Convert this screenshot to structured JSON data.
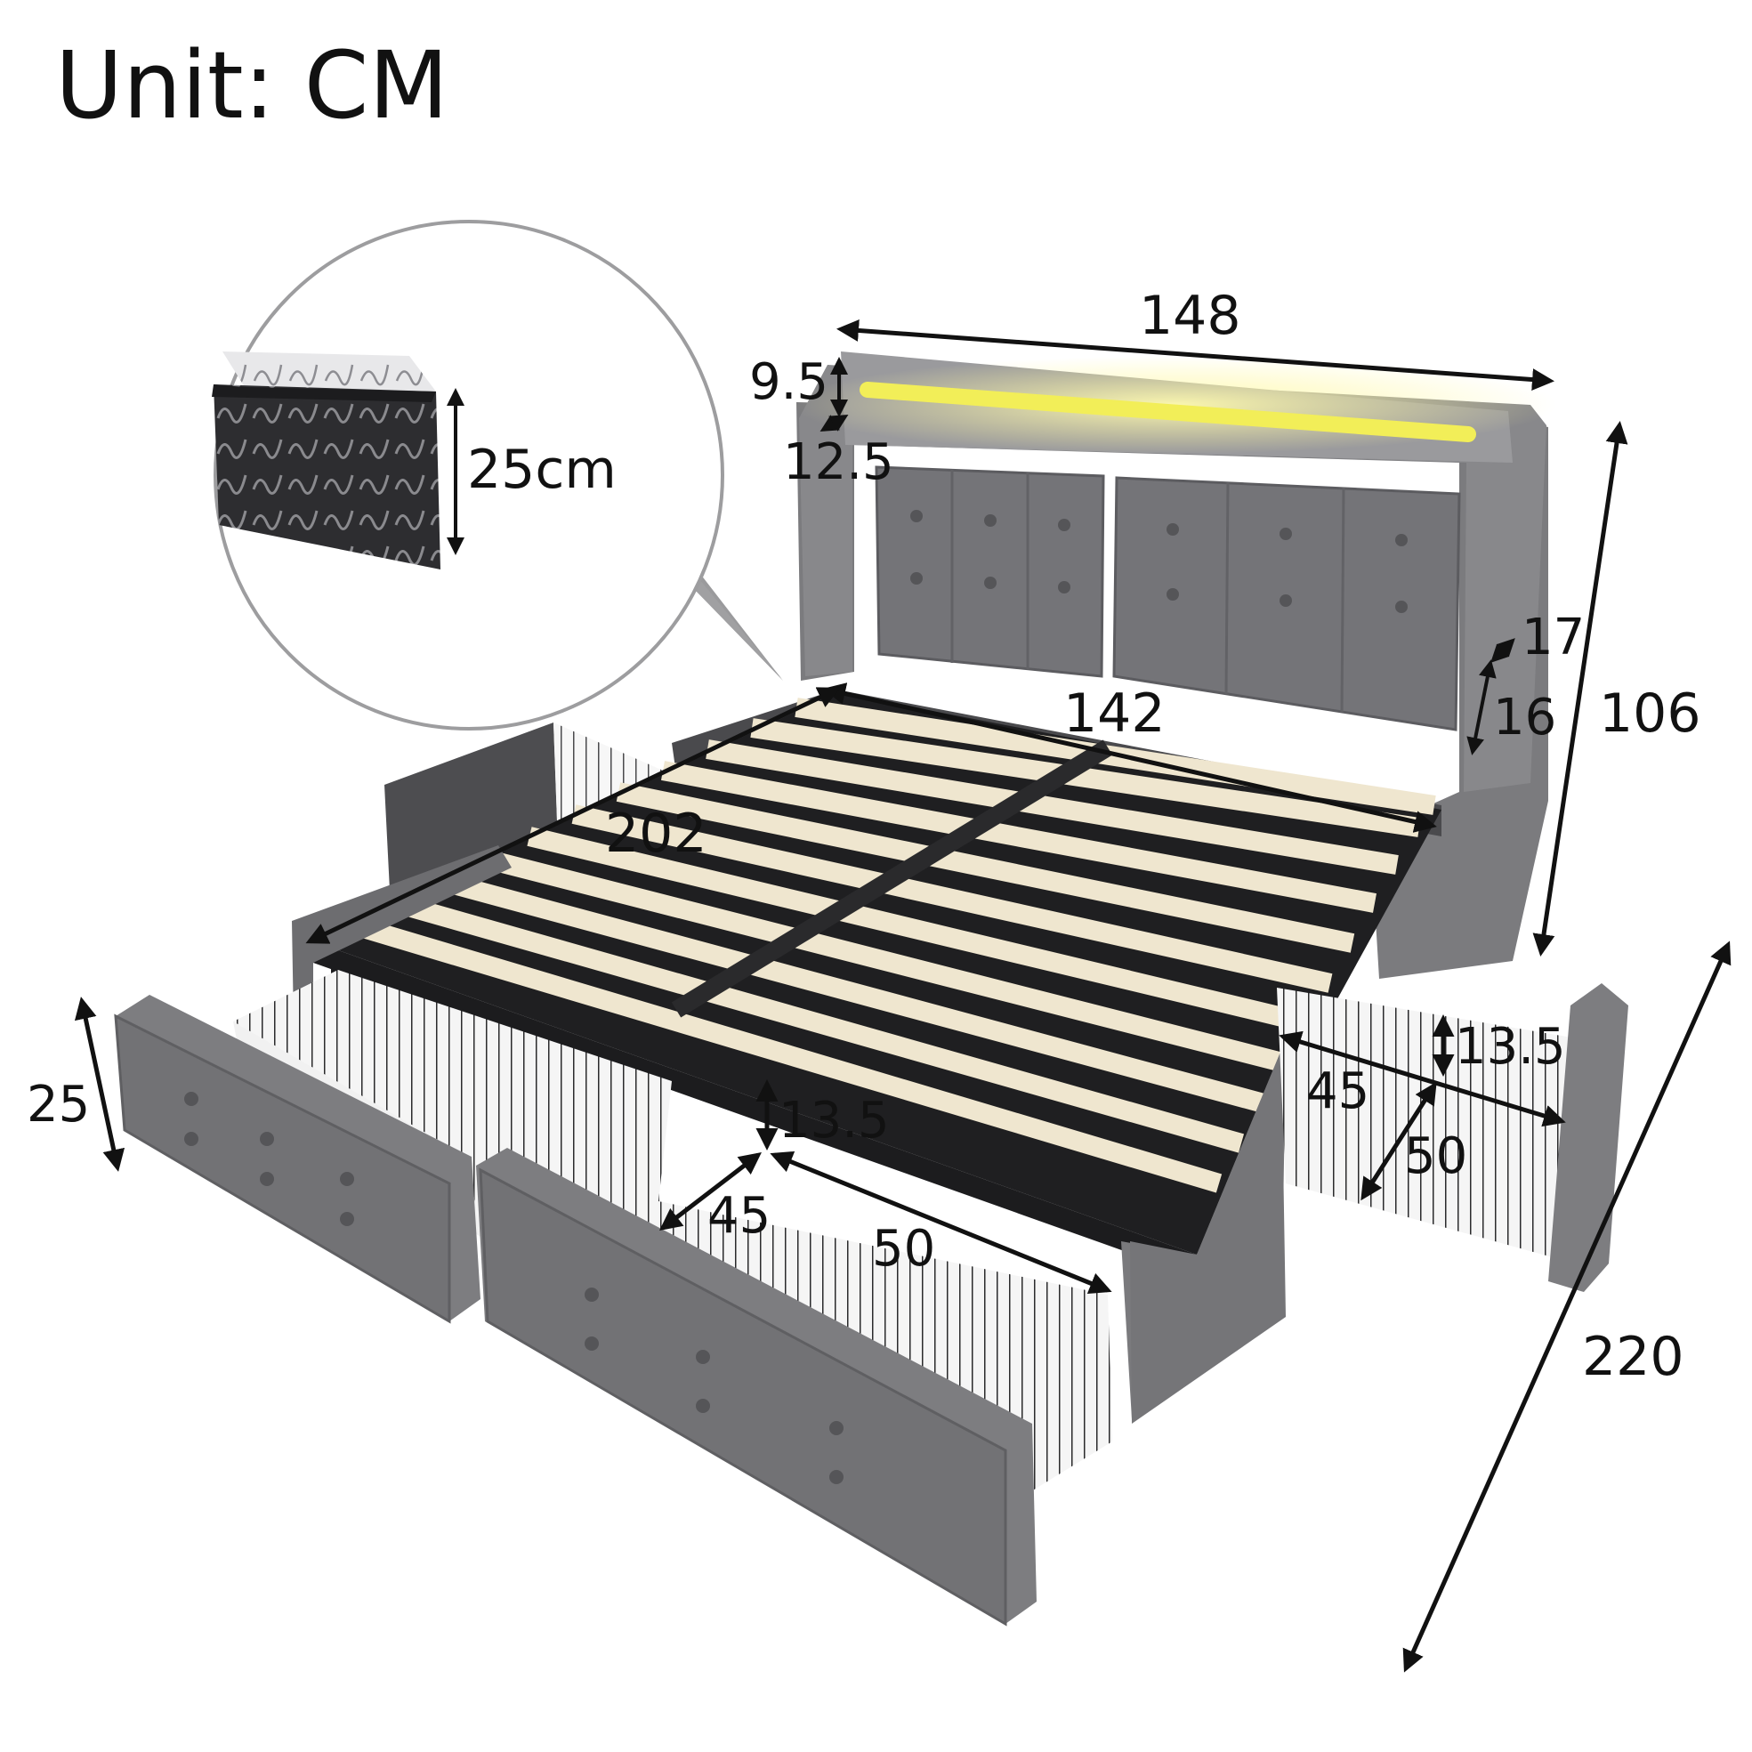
{
  "title": "Unit: CM",
  "mattress": {
    "thickness_label": "25cm"
  },
  "dimensions": {
    "headboard_width": "148",
    "led_strip_height": "9.5",
    "led_strip_depth": "12.5",
    "slat_width": "142",
    "slat_length": "202",
    "total_height": "106",
    "wing_top": "17",
    "wing_side": "16",
    "total_length": "220",
    "drawer_front_height": "25",
    "left_drawer_depth_height": "13.5",
    "left_drawer_width": "45",
    "left_drawer_length": "50",
    "right_drawer_height": "13.5",
    "right_drawer_width": "45",
    "right_drawer_length": "50"
  },
  "colors": {
    "fabric": "#7d7d80",
    "fabric_dark": "#5f5f62",
    "slat": "#efe6cf",
    "frame_metal": "#1e1e20",
    "led": "#f7f26a",
    "arrow": "#111111"
  }
}
